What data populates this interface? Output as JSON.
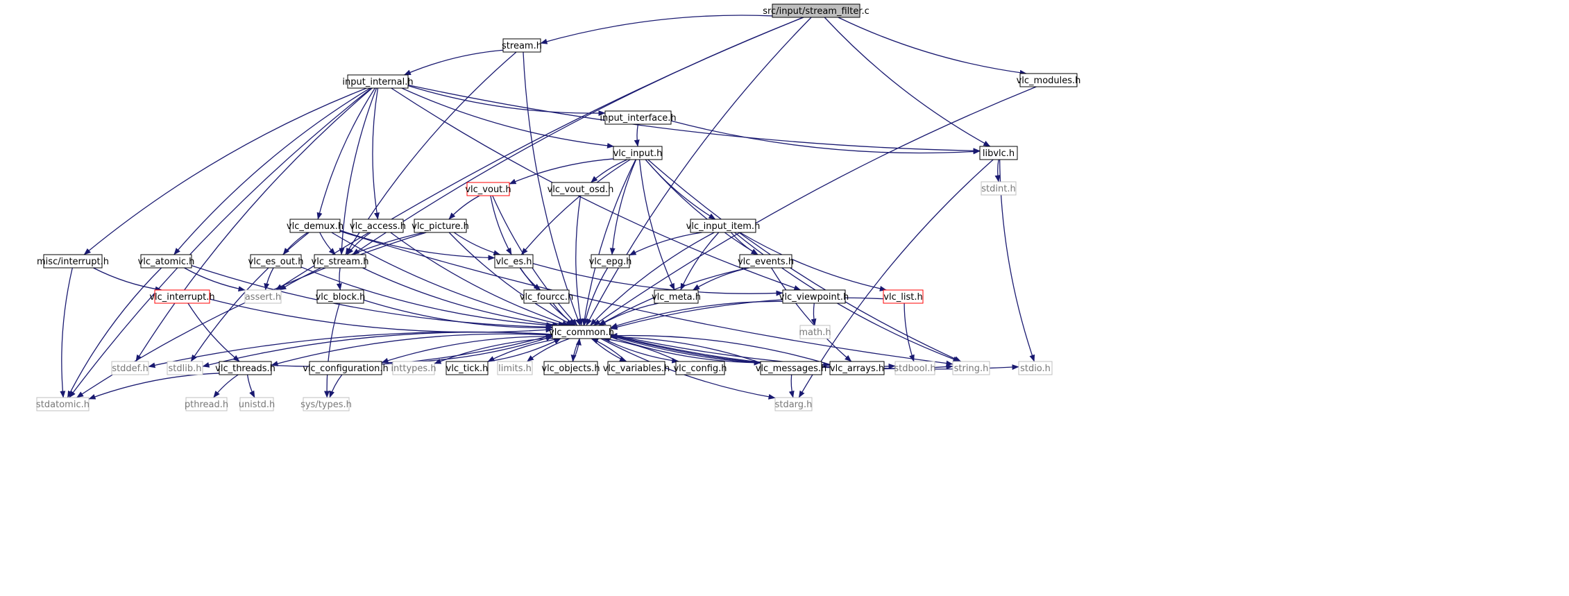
{
  "graph": {
    "title": "src/input/stream_filter.c",
    "colors": {
      "edge": "#191970",
      "node_border": "#000000",
      "node_text": "#000000",
      "root_fill": "#bfbfbf",
      "broken_border": "#ff0000",
      "system_border": "#bfbfbf",
      "system_text": "#777777"
    },
    "nodes": [
      {
        "id": "stream_filter_c",
        "label": "src/input/stream_filter.c",
        "kind": "root"
      },
      {
        "id": "stream_h",
        "label": "stream.h",
        "kind": "normal"
      },
      {
        "id": "vlc_modules_h",
        "label": "vlc_modules.h",
        "kind": "normal"
      },
      {
        "id": "input_internal_h",
        "label": "input_internal.h",
        "kind": "normal"
      },
      {
        "id": "input_interface_h",
        "label": "input_interface.h",
        "kind": "normal"
      },
      {
        "id": "vlc_input_h",
        "label": "vlc_input.h",
        "kind": "normal"
      },
      {
        "id": "libvlc_h",
        "label": "libvlc.h",
        "kind": "normal"
      },
      {
        "id": "stdint_h",
        "label": "stdint.h",
        "kind": "system"
      },
      {
        "id": "vlc_vout_h",
        "label": "vlc_vout.h",
        "kind": "broken"
      },
      {
        "id": "vlc_vout_osd_h",
        "label": "vlc_vout_osd.h",
        "kind": "normal"
      },
      {
        "id": "vlc_demux_h",
        "label": "vlc_demux.h",
        "kind": "normal"
      },
      {
        "id": "vlc_access_h",
        "label": "vlc_access.h",
        "kind": "normal"
      },
      {
        "id": "vlc_picture_h",
        "label": "vlc_picture.h",
        "kind": "normal"
      },
      {
        "id": "vlc_input_item_h",
        "label": "vlc_input_item.h",
        "kind": "normal"
      },
      {
        "id": "misc_interrupt_h",
        "label": "misc/interrupt.h",
        "kind": "normal"
      },
      {
        "id": "vlc_atomic_h",
        "label": "vlc_atomic.h",
        "kind": "normal"
      },
      {
        "id": "vlc_es_out_h",
        "label": "vlc_es_out.h",
        "kind": "normal"
      },
      {
        "id": "vlc_stream_h",
        "label": "vlc_stream.h",
        "kind": "normal"
      },
      {
        "id": "vlc_es_h",
        "label": "vlc_es.h",
        "kind": "normal"
      },
      {
        "id": "vlc_epg_h",
        "label": "vlc_epg.h",
        "kind": "normal"
      },
      {
        "id": "vlc_events_h",
        "label": "vlc_events.h",
        "kind": "normal"
      },
      {
        "id": "vlc_interrupt_h",
        "label": "vlc_interrupt.h",
        "kind": "broken"
      },
      {
        "id": "assert_h",
        "label": "assert.h",
        "kind": "system"
      },
      {
        "id": "vlc_block_h",
        "label": "vlc_block.h",
        "kind": "normal"
      },
      {
        "id": "vlc_fourcc_h",
        "label": "vlc_fourcc.h",
        "kind": "normal"
      },
      {
        "id": "vlc_meta_h",
        "label": "vlc_meta.h",
        "kind": "normal"
      },
      {
        "id": "vlc_viewpoint_h",
        "label": "vlc_viewpoint.h",
        "kind": "normal"
      },
      {
        "id": "vlc_list_h",
        "label": "vlc_list.h",
        "kind": "broken"
      },
      {
        "id": "math_h",
        "label": "math.h",
        "kind": "system"
      },
      {
        "id": "vlc_common_h",
        "label": "vlc_common.h",
        "kind": "normal"
      },
      {
        "id": "stddef_h",
        "label": "stddef.h",
        "kind": "system"
      },
      {
        "id": "stdlib_h",
        "label": "stdlib.h",
        "kind": "system"
      },
      {
        "id": "vlc_threads_h",
        "label": "vlc_threads.h",
        "kind": "normal"
      },
      {
        "id": "vlc_configuration_h",
        "label": "vlc_configuration.h",
        "kind": "normal"
      },
      {
        "id": "inttypes_h",
        "label": "inttypes.h",
        "kind": "system"
      },
      {
        "id": "vlc_tick_h",
        "label": "vlc_tick.h",
        "kind": "normal"
      },
      {
        "id": "limits_h",
        "label": "limits.h",
        "kind": "system"
      },
      {
        "id": "vlc_objects_h",
        "label": "vlc_objects.h",
        "kind": "normal"
      },
      {
        "id": "vlc_variables_h",
        "label": "vlc_variables.h",
        "kind": "normal"
      },
      {
        "id": "vlc_config_h",
        "label": "vlc_config.h",
        "kind": "normal"
      },
      {
        "id": "vlc_messages_h",
        "label": "vlc_messages.h",
        "kind": "normal"
      },
      {
        "id": "vlc_arrays_h",
        "label": "vlc_arrays.h",
        "kind": "normal"
      },
      {
        "id": "stdbool_h",
        "label": "stdbool.h",
        "kind": "system"
      },
      {
        "id": "string_h",
        "label": "string.h",
        "kind": "system"
      },
      {
        "id": "stdio_h",
        "label": "stdio.h",
        "kind": "system"
      },
      {
        "id": "stdatomic_h",
        "label": "stdatomic.h",
        "kind": "system"
      },
      {
        "id": "pthread_h",
        "label": "pthread.h",
        "kind": "system"
      },
      {
        "id": "unistd_h",
        "label": "unistd.h",
        "kind": "system"
      },
      {
        "id": "sys_types_h",
        "label": "sys/types.h",
        "kind": "system"
      },
      {
        "id": "stdarg_h",
        "label": "stdarg.h",
        "kind": "system"
      }
    ],
    "edges": [
      [
        "stream_filter_c",
        "stream_h"
      ],
      [
        "stream_filter_c",
        "vlc_modules_h"
      ],
      [
        "stream_filter_c",
        "libvlc_h"
      ],
      [
        "stream_filter_c",
        "vlc_common_h"
      ],
      [
        "stream_filter_c",
        "vlc_stream_h"
      ],
      [
        "stream_filter_c",
        "assert_h"
      ],
      [
        "stream_h",
        "input_internal_h"
      ],
      [
        "stream_h",
        "vlc_stream_h"
      ],
      [
        "stream_h",
        "vlc_common_h"
      ],
      [
        "vlc_modules_h",
        "vlc_common_h"
      ],
      [
        "input_internal_h",
        "input_interface_h"
      ],
      [
        "input_internal_h",
        "vlc_input_h"
      ],
      [
        "input_internal_h",
        "libvlc_h"
      ],
      [
        "input_internal_h",
        "vlc_demux_h"
      ],
      [
        "input_internal_h",
        "vlc_access_h"
      ],
      [
        "input_internal_h",
        "misc_interrupt_h"
      ],
      [
        "input_internal_h",
        "vlc_atomic_h"
      ],
      [
        "input_internal_h",
        "vlc_stream_h"
      ],
      [
        "input_internal_h",
        "vlc_viewpoint_h"
      ],
      [
        "input_internal_h",
        "stdatomic_h"
      ],
      [
        "input_internal_h",
        "stddef_h"
      ],
      [
        "input_interface_h",
        "vlc_input_h"
      ],
      [
        "input_interface_h",
        "libvlc_h"
      ],
      [
        "vlc_input_h",
        "vlc_vout_h"
      ],
      [
        "vlc_input_h",
        "vlc_vout_osd_h"
      ],
      [
        "vlc_input_h",
        "vlc_es_h"
      ],
      [
        "vlc_input_h",
        "vlc_epg_h"
      ],
      [
        "vlc_input_h",
        "vlc_meta_h"
      ],
      [
        "vlc_input_h",
        "vlc_input_item_h"
      ],
      [
        "vlc_input_h",
        "vlc_events_h"
      ],
      [
        "vlc_input_h",
        "string_h"
      ],
      [
        "vlc_input_h",
        "vlc_common_h"
      ],
      [
        "libvlc_h",
        "stdint_h"
      ],
      [
        "libvlc_h",
        "stdio_h"
      ],
      [
        "libvlc_h",
        "stdarg_h"
      ],
      [
        "vlc_vout_h",
        "vlc_picture_h"
      ],
      [
        "vlc_vout_h",
        "vlc_es_h"
      ],
      [
        "vlc_vout_h",
        "vlc_common_h"
      ],
      [
        "vlc_vout_osd_h",
        "vlc_common_h"
      ],
      [
        "vlc_demux_h",
        "vlc_es_h"
      ],
      [
        "vlc_demux_h",
        "vlc_es_out_h"
      ],
      [
        "vlc_demux_h",
        "vlc_stream_h"
      ],
      [
        "vlc_demux_h",
        "vlc_common_h"
      ],
      [
        "vlc_demux_h",
        "stdlib_h"
      ],
      [
        "vlc_demux_h",
        "string_h"
      ],
      [
        "vlc_access_h",
        "vlc_stream_h"
      ],
      [
        "vlc_access_h",
        "vlc_common_h"
      ],
      [
        "vlc_picture_h",
        "vlc_es_h"
      ],
      [
        "vlc_picture_h",
        "assert_h"
      ],
      [
        "vlc_picture_h",
        "vlc_common_h"
      ],
      [
        "vlc_picture_h",
        "stdatomic_h"
      ],
      [
        "vlc_input_item_h",
        "vlc_epg_h"
      ],
      [
        "vlc_input_item_h",
        "vlc_events_h"
      ],
      [
        "vlc_input_item_h",
        "vlc_meta_h"
      ],
      [
        "vlc_input_item_h",
        "vlc_list_h"
      ],
      [
        "vlc_input_item_h",
        "string_h"
      ],
      [
        "vlc_input_item_h",
        "vlc_common_h"
      ],
      [
        "misc_interrupt_h",
        "vlc_interrupt_h"
      ],
      [
        "misc_interrupt_h",
        "stdatomic_h"
      ],
      [
        "vlc_atomic_h",
        "assert_h"
      ],
      [
        "vlc_atomic_h",
        "stdatomic_h"
      ],
      [
        "vlc_atomic_h",
        "vlc_common_h"
      ],
      [
        "vlc_es_out_h",
        "assert_h"
      ],
      [
        "vlc_es_out_h",
        "vlc_common_h"
      ],
      [
        "vlc_stream_h",
        "vlc_block_h"
      ],
      [
        "vlc_stream_h",
        "vlc_common_h"
      ],
      [
        "vlc_es_h",
        "vlc_fourcc_h"
      ],
      [
        "vlc_es_h",
        "vlc_viewpoint_h"
      ],
      [
        "vlc_es_h",
        "vlc_common_h"
      ],
      [
        "vlc_epg_h",
        "vlc_common_h"
      ],
      [
        "vlc_events_h",
        "vlc_meta_h"
      ],
      [
        "vlc_events_h",
        "vlc_arrays_h"
      ],
      [
        "vlc_events_h",
        "vlc_common_h"
      ],
      [
        "vlc_interrupt_h",
        "vlc_threads_h"
      ],
      [
        "vlc_interrupt_h",
        "vlc_common_h"
      ],
      [
        "vlc_block_h",
        "sys_types_h"
      ],
      [
        "vlc_block_h",
        "vlc_common_h"
      ],
      [
        "vlc_fourcc_h",
        "vlc_common_h"
      ],
      [
        "vlc_meta_h",
        "vlc_common_h"
      ],
      [
        "vlc_viewpoint_h",
        "math_h"
      ],
      [
        "vlc_viewpoint_h",
        "vlc_common_h"
      ],
      [
        "vlc_list_h",
        "stdbool_h"
      ],
      [
        "vlc_list_h",
        "vlc_common_h"
      ],
      [
        "vlc_common_h",
        "stddef_h"
      ],
      [
        "vlc_common_h",
        "stdlib_h"
      ],
      [
        "vlc_common_h",
        "vlc_threads_h"
      ],
      [
        "vlc_common_h",
        "vlc_configuration_h"
      ],
      [
        "vlc_common_h",
        "inttypes_h"
      ],
      [
        "vlc_common_h",
        "vlc_tick_h"
      ],
      [
        "vlc_common_h",
        "limits_h"
      ],
      [
        "vlc_common_h",
        "vlc_objects_h"
      ],
      [
        "vlc_common_h",
        "vlc_variables_h"
      ],
      [
        "vlc_common_h",
        "vlc_config_h"
      ],
      [
        "vlc_common_h",
        "vlc_messages_h"
      ],
      [
        "vlc_common_h",
        "vlc_arrays_h"
      ],
      [
        "vlc_common_h",
        "stdbool_h"
      ],
      [
        "vlc_common_h",
        "string_h"
      ],
      [
        "vlc_common_h",
        "stdio_h"
      ],
      [
        "vlc_common_h",
        "stdarg_h"
      ],
      [
        "vlc_threads_h",
        "vlc_common_h"
      ],
      [
        "vlc_threads_h",
        "stdatomic_h"
      ],
      [
        "vlc_threads_h",
        "pthread_h"
      ],
      [
        "vlc_threads_h",
        "unistd_h"
      ],
      [
        "vlc_configuration_h",
        "vlc_common_h"
      ],
      [
        "vlc_configuration_h",
        "sys_types_h"
      ],
      [
        "vlc_tick_h",
        "vlc_common_h"
      ],
      [
        "vlc_objects_h",
        "vlc_common_h"
      ],
      [
        "vlc_variables_h",
        "vlc_common_h"
      ],
      [
        "vlc_config_h",
        "vlc_common_h"
      ],
      [
        "vlc_messages_h",
        "vlc_common_h"
      ],
      [
        "vlc_messages_h",
        "stdarg_h"
      ],
      [
        "vlc_arrays_h",
        "vlc_common_h"
      ]
    ]
  }
}
